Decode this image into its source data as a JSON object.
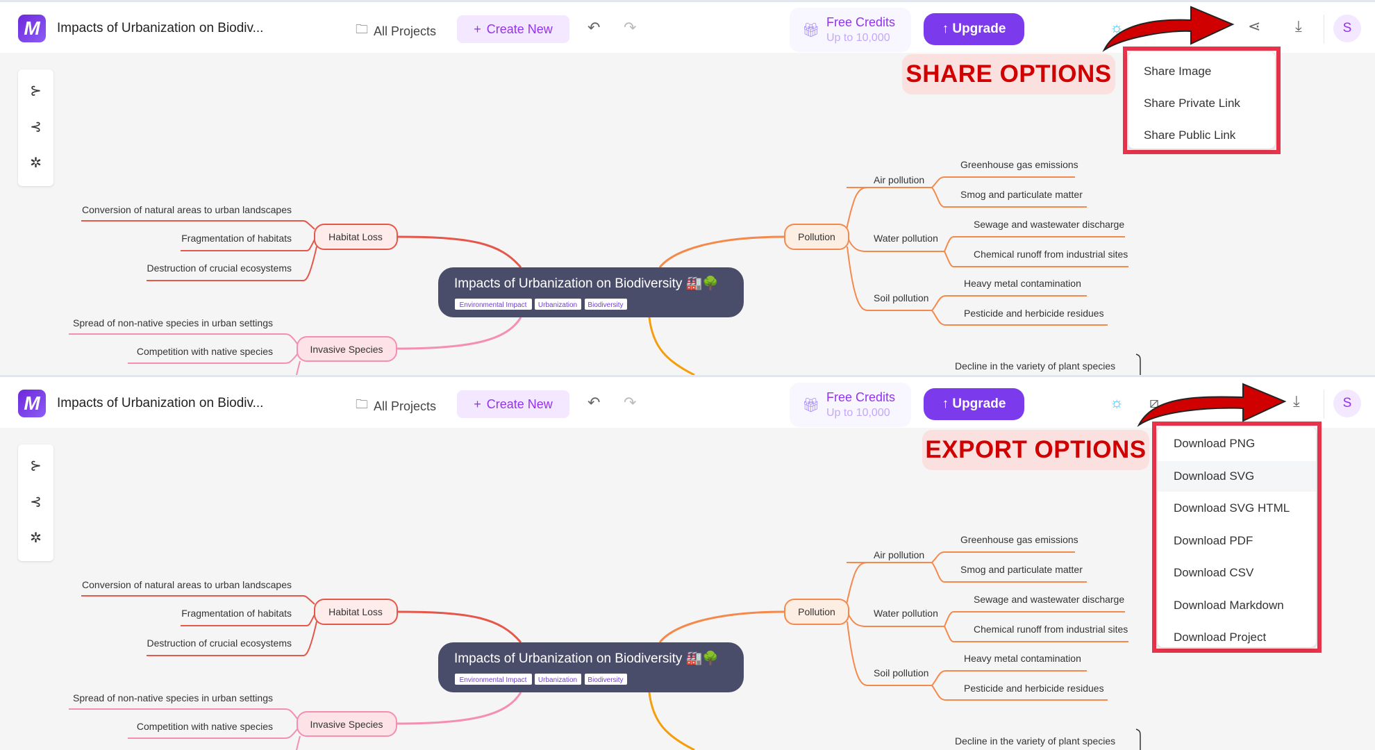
{
  "header": {
    "logo_text": "M",
    "title": "Impacts of Urbanization on Biodiv...",
    "all_projects": "All Projects",
    "create_new": "Create New",
    "free_credits": "Free Credits",
    "credits_sub": "Up to 10,000",
    "upgrade": "↑ Upgrade",
    "avatar": "S"
  },
  "mindmap": {
    "center": {
      "title": "Impacts of Urbanization on Biodiversity 🏭🌳",
      "tags": [
        "Environmental Impact",
        "Urbanization",
        "Biodiversity"
      ]
    },
    "habitat_loss": {
      "label": "Habitat Loss",
      "leaves": [
        "Conversion of natural areas to urban landscapes",
        "Fragmentation of habitats",
        "Destruction of crucial ecosystems"
      ]
    },
    "invasive": {
      "label": "Invasive Species",
      "leaves": [
        "Spread of non-native species in urban settings",
        "Competition with native species"
      ]
    },
    "pollution": {
      "label": "Pollution",
      "subs": [
        {
          "label": "Air pollution",
          "leaves": [
            "Greenhouse gas emissions",
            "Smog and particulate matter"
          ]
        },
        {
          "label": "Water pollution",
          "leaves": [
            "Sewage and wastewater discharge",
            "Chemical runoff from industrial sites"
          ]
        },
        {
          "label": "Soil pollution",
          "leaves": [
            "Heavy metal contamination",
            "Pesticide and herbicide residues"
          ]
        }
      ]
    },
    "decline": "Decline in the variety of plant species"
  },
  "share": {
    "callout": "SHARE OPTIONS",
    "items": [
      "Share Image",
      "Share Private Link",
      "Share Public Link"
    ]
  },
  "export": {
    "callout": "EXPORT OPTIONS",
    "items": [
      "Download PNG",
      "Download SVG",
      "Download SVG HTML",
      "Download PDF",
      "Download CSV",
      "Download Markdown",
      "Download Project"
    ],
    "highlighted": "Download SVG"
  },
  "colors": {
    "accent": "#7c3aed",
    "callout_red": "#d10000",
    "box_red": "#e8334a",
    "center_node": "#4a4d69"
  }
}
